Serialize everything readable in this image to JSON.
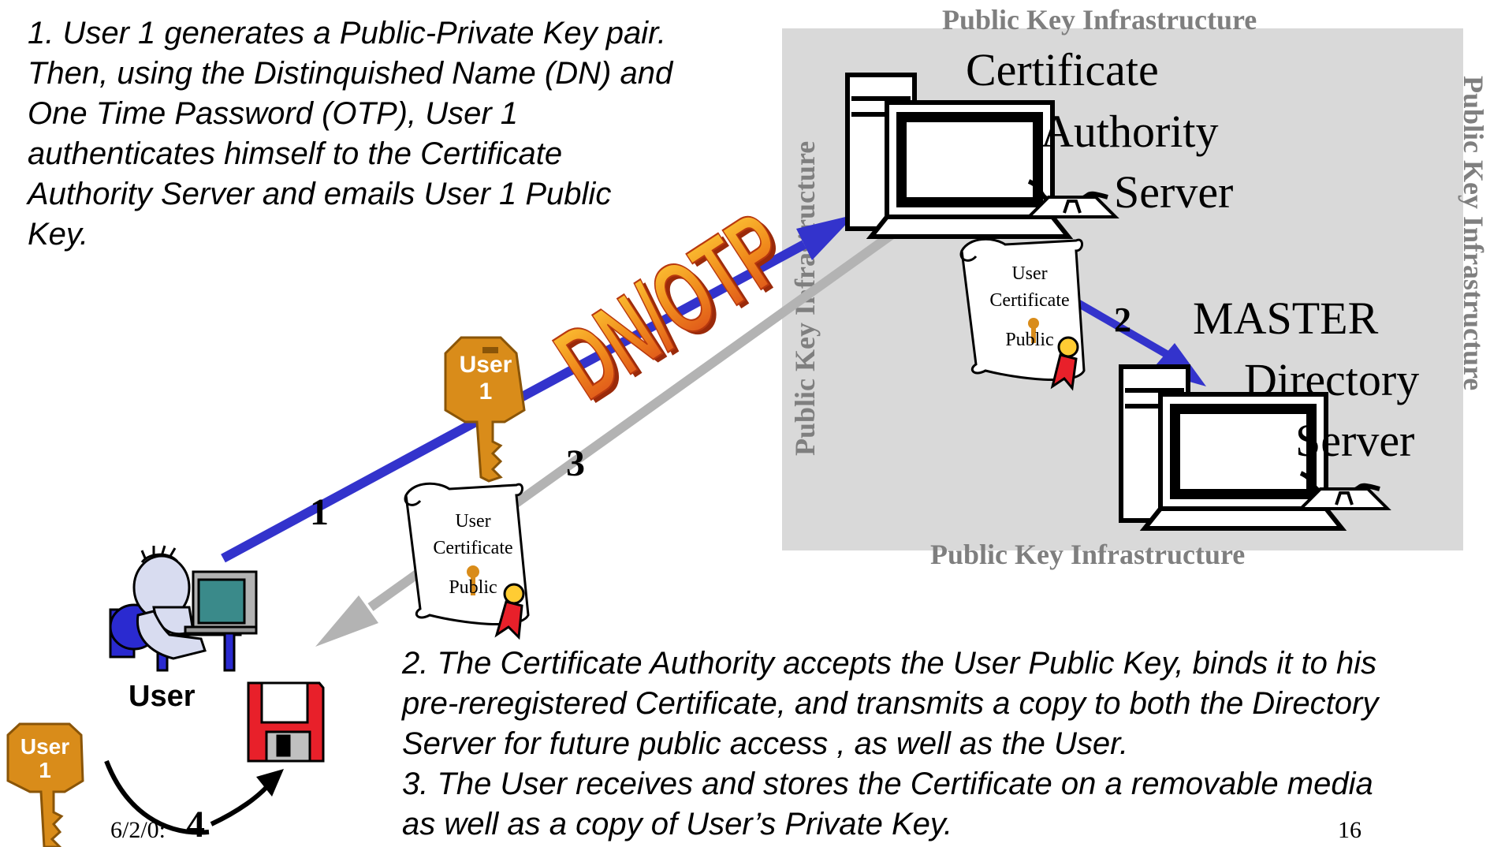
{
  "step1_text": "1. User 1 generates a Public-Private Key pair. Then, using the Distinquished Name (DN) and One Time Password (OTP), User 1 authenticates himself to the Certificate Authority Server and emails User 1 Public Key.",
  "step1_lines": [
    "1. User 1 generates a Public-Private Key pair.",
    "Then, using the Distinquished Name (DN) and",
    "One Time Password (OTP), User 1",
    "authenticates himself to the Certificate",
    "Authority Server and emails User 1 Public",
    "Key."
  ],
  "pki": {
    "top": "Public Key Infrastructure",
    "bottom": "Public Key Infrastructure",
    "left": "Public Key Infrastructure",
    "right": "Public Key Infrastructure",
    "bg_color": "#d9d9d9"
  },
  "ca_server": {
    "line1": "Certificate",
    "line2": "Authority",
    "line3": "Server"
  },
  "master_server": {
    "line1": "MASTER",
    "line2": "Directory",
    "line3": "Server"
  },
  "cert_top": {
    "line1": "User",
    "line2": "Certificate",
    "line3": "Public"
  },
  "cert_bottom": {
    "line1": "User",
    "line2": "Certificate",
    "line3": "Public"
  },
  "dn_otp": "DN/OTP",
  "key_big": {
    "line1": "User",
    "line2": "1"
  },
  "key_small": {
    "line1": "User",
    "line2": "1"
  },
  "user_label": "User",
  "steps": {
    "n1": "1",
    "n2": "2",
    "n3": "3",
    "n4": "4"
  },
  "step2_lines": [
    "2. The Certificate Authority accepts the User Public Key, binds it to his",
    "pre-reregistered Certificate, and transmits a copy to both the Directory",
    "Server for future public access , as well as the User."
  ],
  "step3_lines": [
    "3. The User receives and stores the Certificate on a removable media",
    "as well as a copy of User’s Private Key."
  ],
  "footer": {
    "date": "6/2/0:",
    "page": "16"
  },
  "colors": {
    "blue_arrow": "#3333cc",
    "gray_arrow": "#b3b3b3",
    "key_gold": "#d98c1a",
    "dnotp_orange": "#e8641a",
    "floppy_red": "#e8202a"
  },
  "icons": [
    "computer-icon",
    "key-icon",
    "certificate-scroll-icon",
    "user-at-computer-icon",
    "floppy-disk-icon"
  ]
}
